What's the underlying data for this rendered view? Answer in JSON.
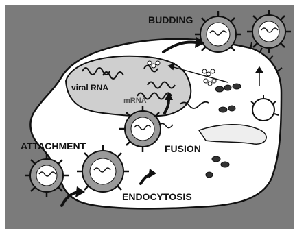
{
  "labels": {
    "budding": "BUDDING",
    "viral_rna": "viral RNA",
    "mrna": "mRNA",
    "attachment": "ATTACHMENT",
    "fusion": "FUSION",
    "endocytosis": "ENDOCYTOSIS"
  },
  "colors": {
    "background": "#7b7b7b",
    "cell": "#ffffff",
    "nucleus": "#cfcfcf",
    "ink": "#111111",
    "virus_shell": "#9a9a9a"
  }
}
